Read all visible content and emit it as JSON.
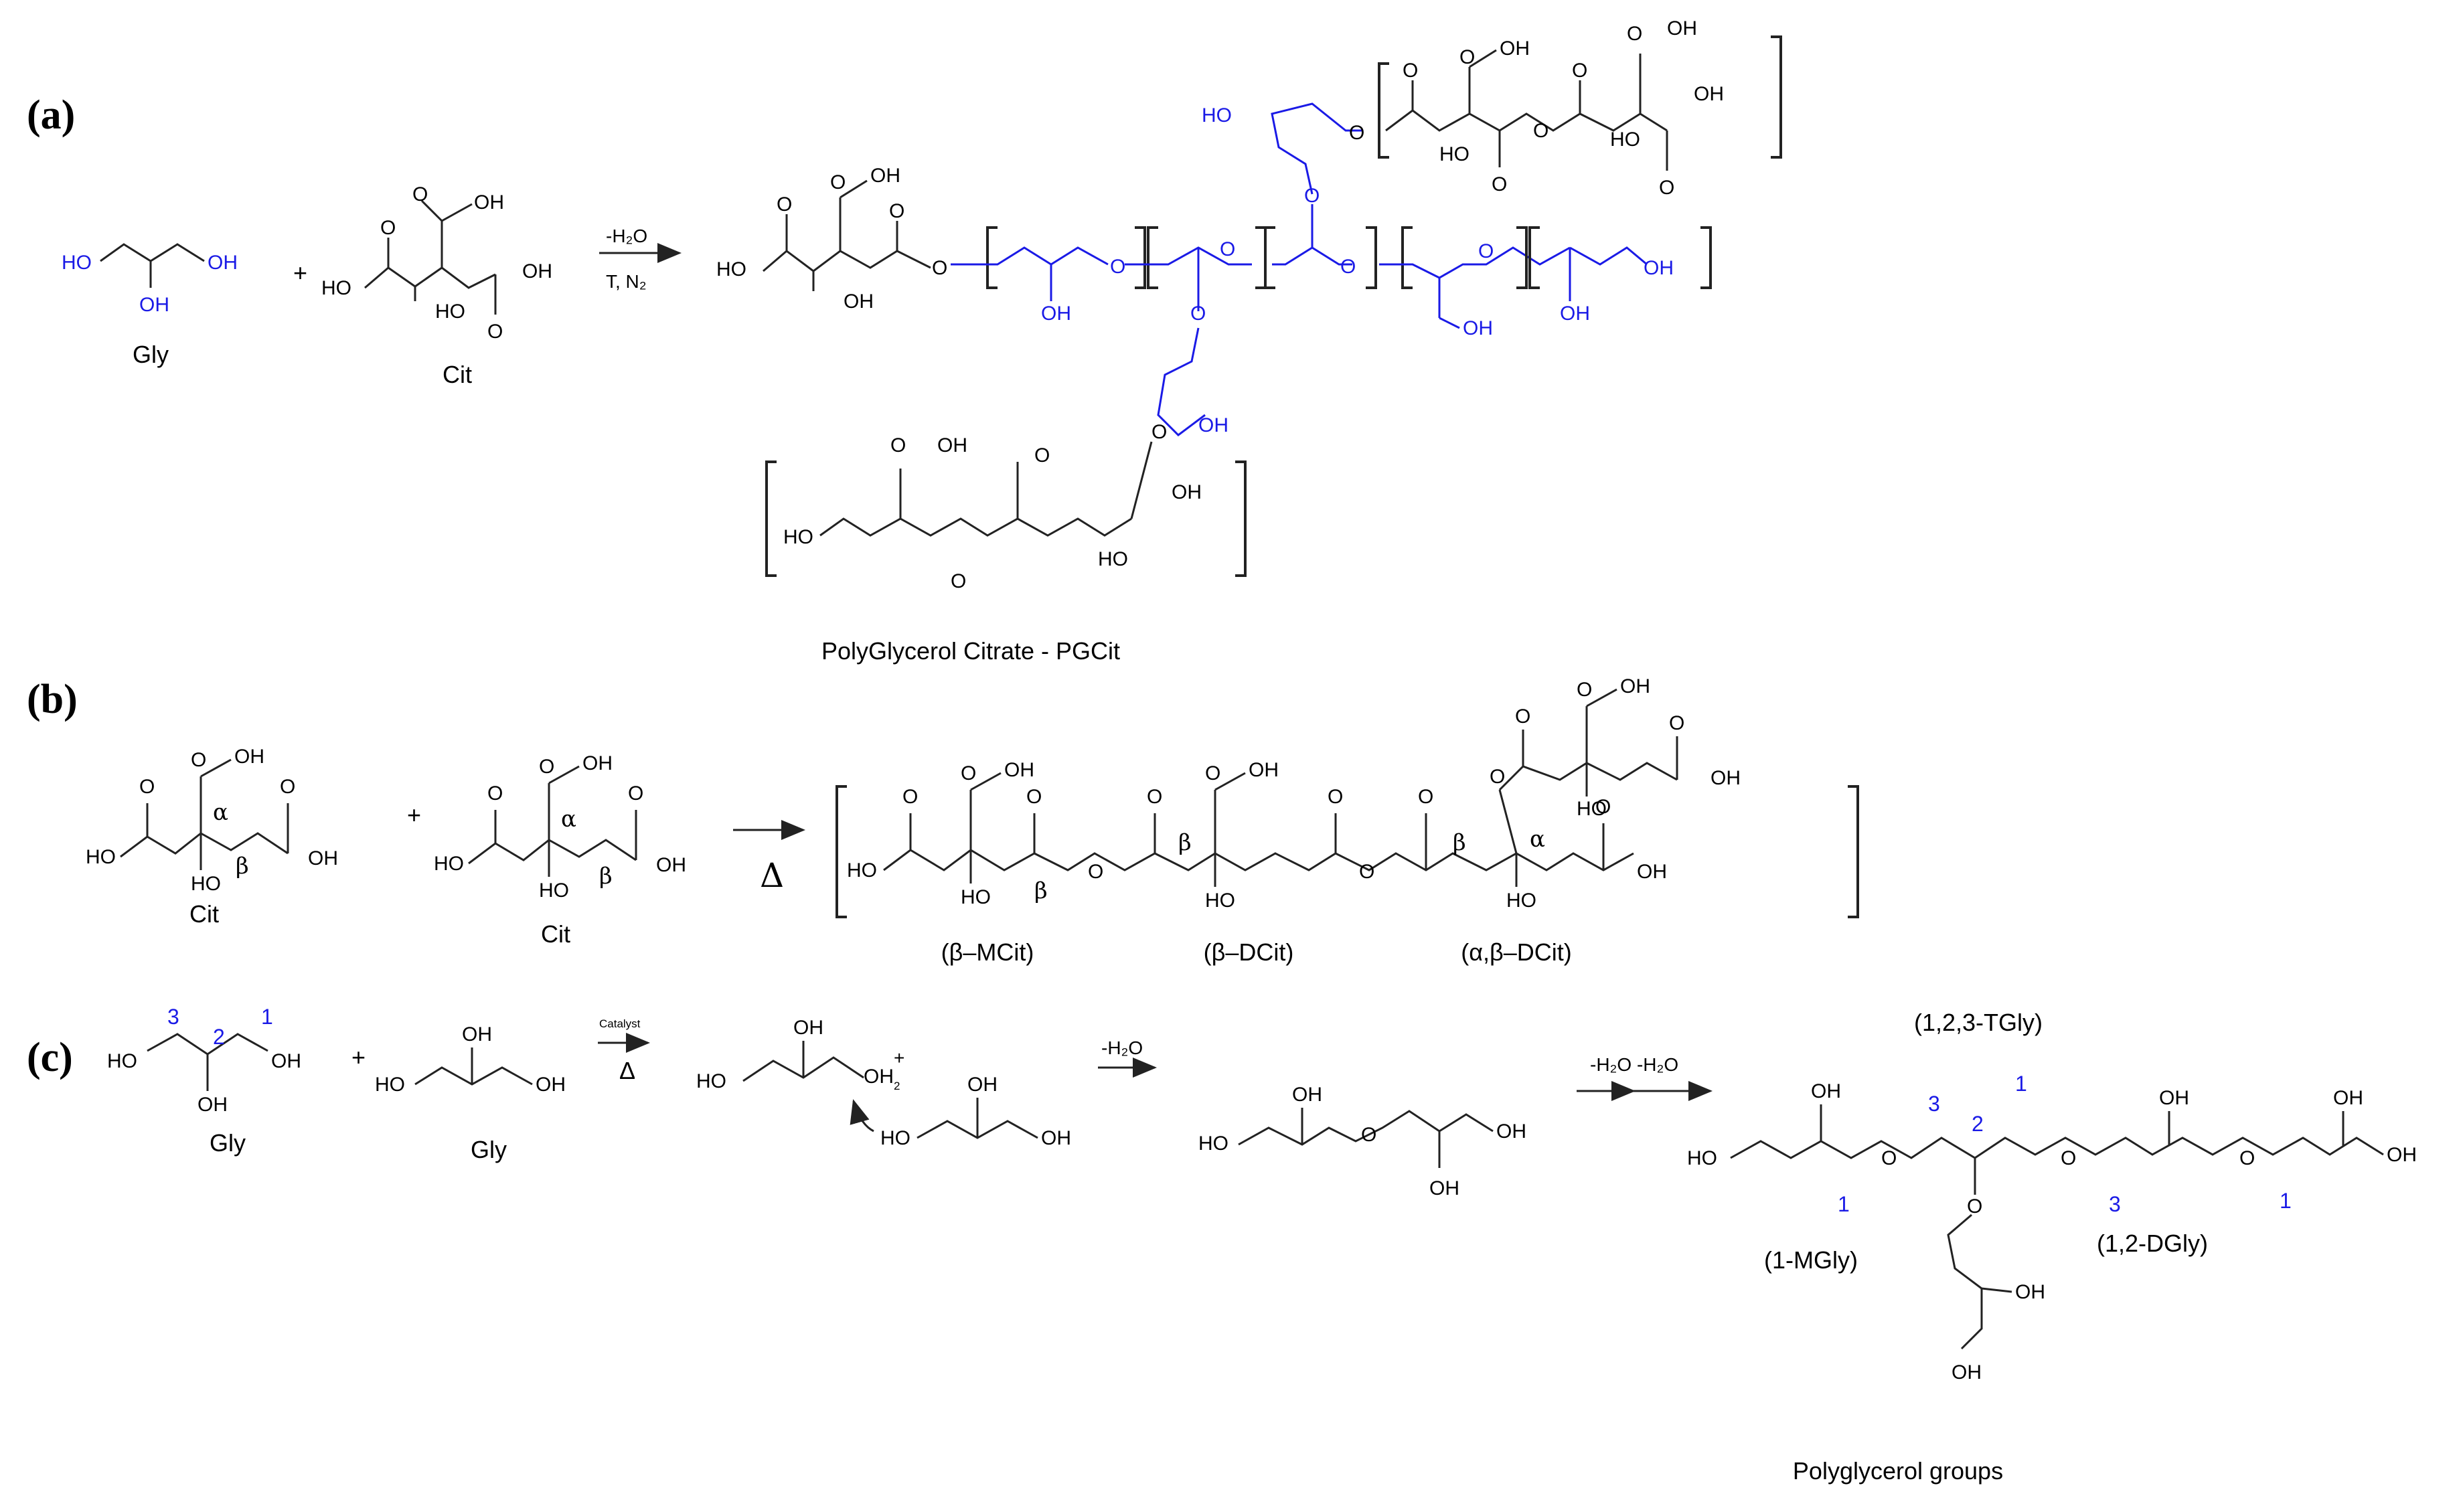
{
  "panels": {
    "a": "(a)",
    "b": "(b)",
    "c": "(c)"
  },
  "atoms": {
    "ho": "HO",
    "oh": "OH",
    "o": "O",
    "oh2": "OH"
  },
  "plus": "+",
  "panel_a": {
    "gly_label": "Gly",
    "cit_label": "Cit",
    "cond_top": "-H₂O",
    "cond_bottom": "T, N₂",
    "product_label": "PolyGlycerol Citrate - PGCit"
  },
  "panel_b": {
    "cit_label": "Cit",
    "delta": "Δ",
    "alpha": "α",
    "beta": "β",
    "labels": [
      "(β–MCit)",
      "(β–DCit)",
      "(α,β–DCit)"
    ]
  },
  "panel_c": {
    "gly_label": "Gly",
    "catalyst": "Catalyst",
    "delta": "Δ",
    "water": "-H₂O",
    "water2": "-H₂O  -H₂O",
    "charge": "+",
    "sub2": "2",
    "positions": [
      "1",
      "2",
      "3"
    ],
    "tgly": "(1,2,3-TGly)",
    "mgly": "(1-MGly)",
    "dgly": "(1,2-DGly)",
    "product_label": "Polyglycerol groups"
  }
}
